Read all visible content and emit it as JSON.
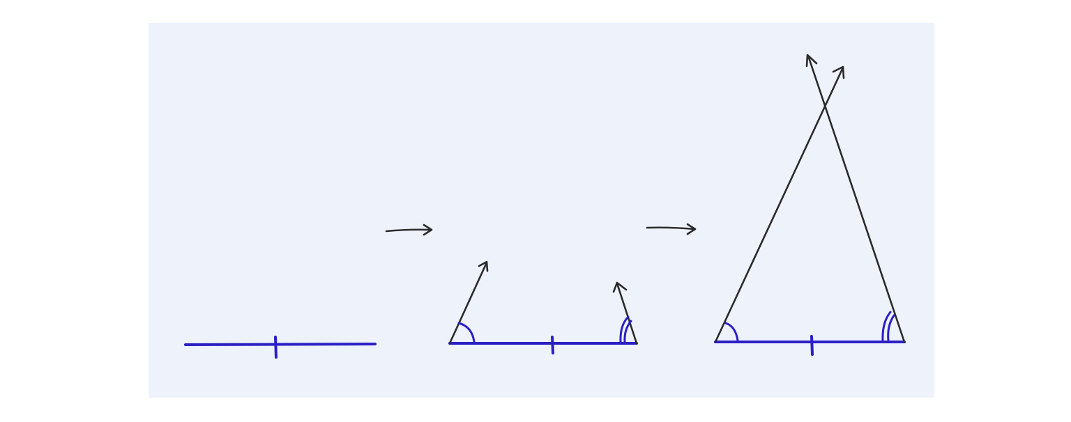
{
  "colors": {
    "background": "#ffffff",
    "panel": "#eef2fb",
    "segment": "#2b1fc4",
    "ray": "#2a2a2a"
  },
  "steps": [
    {
      "name": "base-segment",
      "tick_marks_on_base": 1,
      "angle_marks": []
    },
    {
      "name": "base-angles-rays",
      "tick_marks_on_base": 1,
      "angle_marks": [
        {
          "vertex": "left",
          "arcs": 1
        },
        {
          "vertex": "right",
          "arcs": 2
        }
      ]
    },
    {
      "name": "completed-triangle",
      "tick_marks_on_base": 1,
      "angle_marks": [
        {
          "vertex": "left",
          "arcs": 1
        },
        {
          "vertex": "right",
          "arcs": 2
        }
      ]
    }
  ],
  "transition_arrows": 2
}
